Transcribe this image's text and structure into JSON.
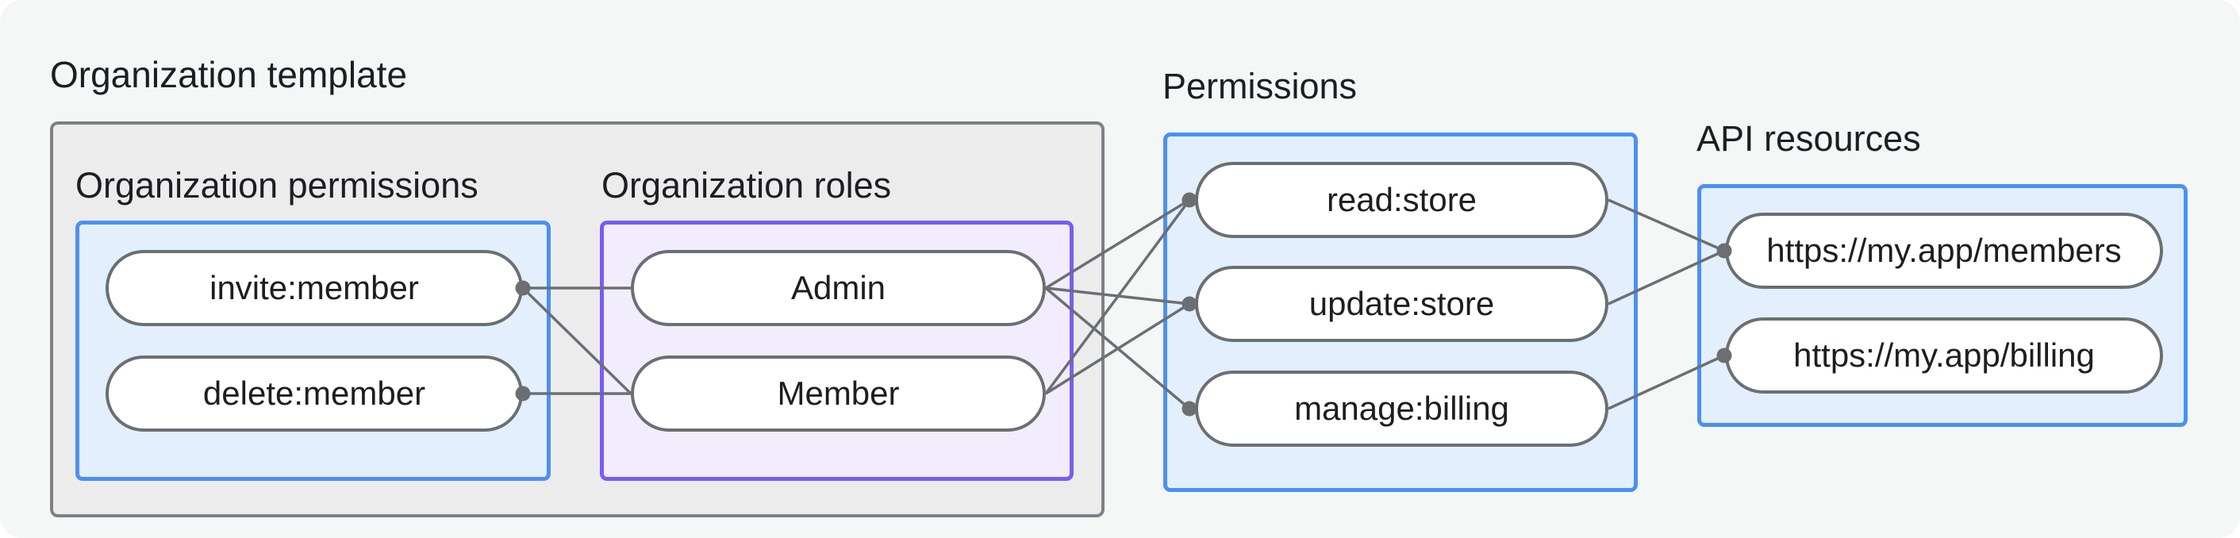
{
  "title": "Organization template",
  "colors": {
    "background": "#f5f7f7",
    "template_box_fill": "#ececed",
    "template_box_border": "#7d8185",
    "blue_box_fill": "#e3effc",
    "blue_box_border": "#4b90f5",
    "purple_box_fill": "#f2edfc",
    "purple_box_border": "#7a5bf7",
    "node_fill": "#ffffff",
    "node_border": "#6b6f72",
    "edge": "#6b6f72",
    "text": "#1c1e21"
  },
  "groups": {
    "organization_permissions": {
      "label": "Organization permissions",
      "nodes": [
        {
          "id": "invite",
          "label": "invite:member"
        },
        {
          "id": "delete",
          "label": "delete:member"
        }
      ]
    },
    "organization_roles": {
      "label": "Organization roles",
      "nodes": [
        {
          "id": "admin",
          "label": "Admin"
        },
        {
          "id": "member",
          "label": "Member"
        }
      ]
    },
    "permissions": {
      "label": "Permissions",
      "nodes": [
        {
          "id": "read",
          "label": "read:store"
        },
        {
          "id": "update",
          "label": "update:store"
        },
        {
          "id": "manage",
          "label": "manage:billing"
        }
      ]
    },
    "api_resources": {
      "label": "API resources",
      "nodes": [
        {
          "id": "members_api",
          "label": "https://my.app/members"
        },
        {
          "id": "billing_api",
          "label": "https://my.app/billing"
        }
      ]
    }
  },
  "edges": [
    {
      "from": "invite",
      "to": "admin"
    },
    {
      "from": "invite",
      "to": "member"
    },
    {
      "from": "delete",
      "to": "member"
    },
    {
      "from": "admin",
      "to": "read"
    },
    {
      "from": "admin",
      "to": "update"
    },
    {
      "from": "admin",
      "to": "manage"
    },
    {
      "from": "member",
      "to": "read"
    },
    {
      "from": "member",
      "to": "update"
    },
    {
      "from": "read",
      "to": "members_api"
    },
    {
      "from": "update",
      "to": "members_api"
    },
    {
      "from": "manage",
      "to": "billing_api"
    }
  ]
}
